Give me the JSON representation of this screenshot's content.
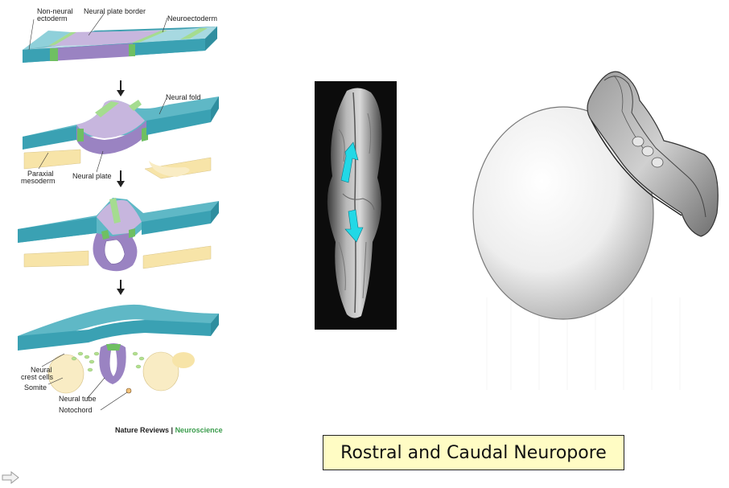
{
  "neural_diagram": {
    "labels": {
      "non_neural_line1": "Non-neural",
      "non_neural_line2": "ectoderm",
      "neural_plate_border": "Neural plate border",
      "neuroectoderm": "Neuroectoderm",
      "neural_fold": "Neural fold",
      "paraxial_line1": "Paraxial",
      "paraxial_line2": "mesoderm",
      "neural_plate": "Neural plate",
      "neural_crest_line1": "Neural",
      "neural_crest_line2": "crest cells",
      "somite": "Somite",
      "neural_tube": "Neural tube",
      "notochord": "Notochord"
    },
    "credit_prefix": "Nature Reviews",
    "credit_separator": " | ",
    "credit_accent": "Neuroscience"
  },
  "caption": "Rostral and Caudal Neuropore",
  "colors": {
    "ectoderm": "#5fb8c6",
    "neural_plate": "#b59bd1",
    "border_green": "#8ccf80",
    "mesoderm": "#f7e4a8",
    "sem_arrow": "#22d8e6",
    "caption_bg": "#fffcc4"
  }
}
